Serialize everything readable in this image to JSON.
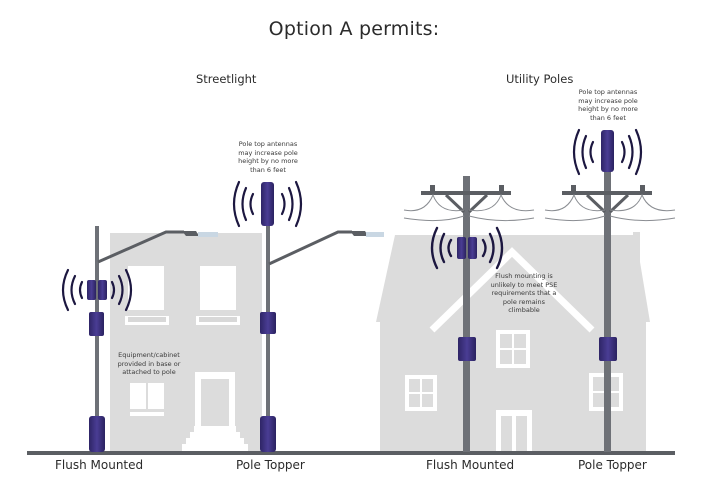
{
  "title": "Option A permits:",
  "sections": {
    "streetlight": "Streetlight",
    "utility_poles": "Utility Poles"
  },
  "notes": {
    "streetlight_pole_top": [
      "Pole top antennas",
      "may increase pole",
      "height by no more",
      "than 6 feet"
    ],
    "utility_pole_top": [
      "Pole top antennas",
      "may increase pole",
      "height by no more",
      "than 6 feet"
    ],
    "flush_mount_pse": [
      "Flush mounting is",
      "unlikely to meet PSE",
      "requirements that a",
      "pole remains",
      "climbable"
    ],
    "equipment_cabinet": [
      "Equipment/cabinet",
      "provided in base or",
      "attached to pole"
    ]
  },
  "labels": {
    "streetlight_flush": "Flush Mounted",
    "streetlight_topper": "Pole Topper",
    "utility_flush": "Flush Mounted",
    "utility_topper": "Pole Topper"
  },
  "colors": {
    "antenna": "#3b2f7a",
    "pole": "#6e7177",
    "building": "#dcdcdc",
    "ground": "#5b5e63",
    "signal": "#1c1740"
  }
}
